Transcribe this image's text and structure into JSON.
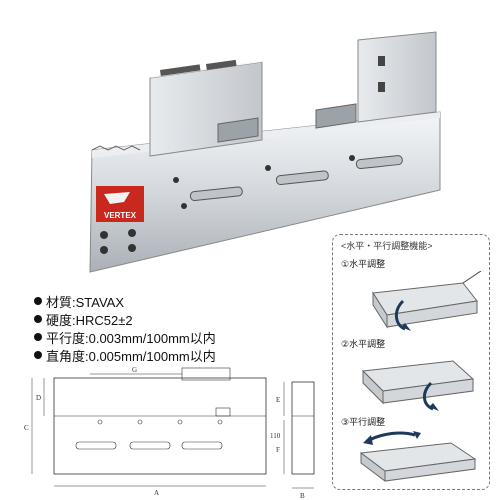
{
  "logo": {
    "brand": "VERTEX"
  },
  "specs": [
    {
      "label": "材質:STAVAX"
    },
    {
      "label": "硬度:HRC52±2"
    },
    {
      "label": "平行度:0.003mm/100mm以内"
    },
    {
      "label": "直角度:0.005mm/100mm以内"
    }
  ],
  "panel": {
    "title": "<水平・平行調整機能>",
    "steps": [
      {
        "label": "①水平調整"
      },
      {
        "label": "②水平調整"
      },
      {
        "label": "③平行調整"
      }
    ]
  },
  "drawing": {
    "labels": {
      "A": "A",
      "B": "B",
      "C": "C",
      "D": "D",
      "G": "G",
      "E": "E",
      "F": "F",
      "H": "110"
    }
  }
}
